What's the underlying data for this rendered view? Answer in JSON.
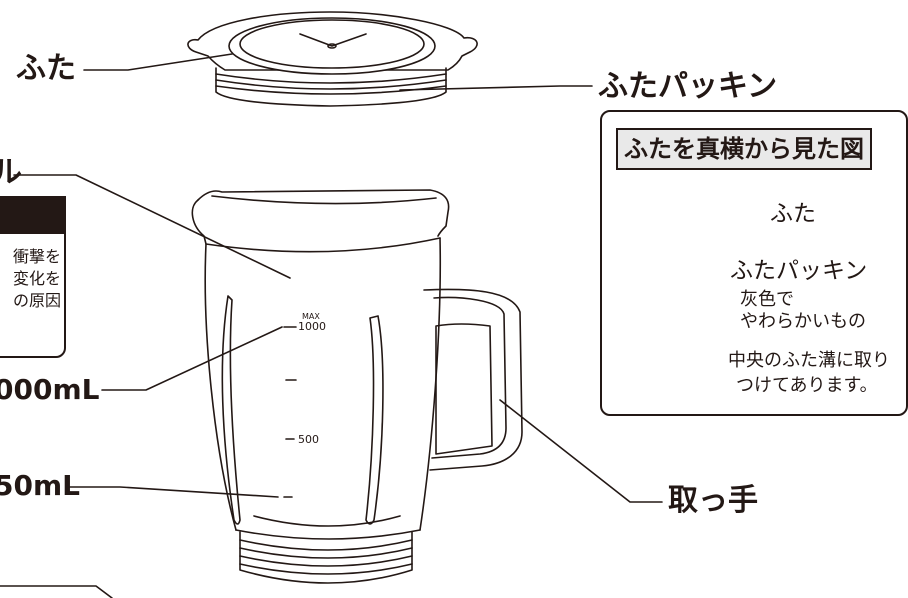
{
  "labels": {
    "lid": "ふた",
    "lid_packing": "ふたパッキン",
    "bottle_partial": "ル",
    "level_1000": "000mL",
    "level_250": "50mL",
    "handle": "取っ手"
  },
  "warning_box": {
    "lines": [
      "衝撃を",
      "変化を",
      "の原因"
    ]
  },
  "scale_marks": {
    "max": "MAX",
    "1000": "1000",
    "500": "500"
  },
  "side_view": {
    "title": "ふたを真横から見た図",
    "lid": "ふた",
    "lid_packing": "ふたパッキン",
    "packing_note_line1": "灰色で",
    "packing_note_line2": "やわらかいもの",
    "attach_note_line1": "中央のふた溝に取り",
    "attach_note_line2": "つけてあります。"
  }
}
